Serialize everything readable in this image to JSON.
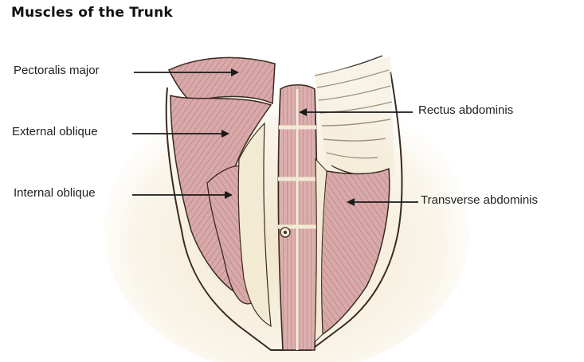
{
  "title": "Muscles of the Trunk",
  "labels": {
    "pectoralis_major": "Pectoralis major",
    "external_oblique": "External oblique",
    "internal_oblique": "Internal oblique",
    "rectus_abdominis": "Rectus abdominis",
    "transverse_abdominis": "Transverse abdominis"
  },
  "colors": {
    "muscle": "#d9a8a8",
    "muscle_dark": "#b98585",
    "bone": "#f2ead3",
    "outline": "#3a2a20",
    "background_glow": "#efe2c4",
    "leader_line": "#1a1a1a"
  }
}
